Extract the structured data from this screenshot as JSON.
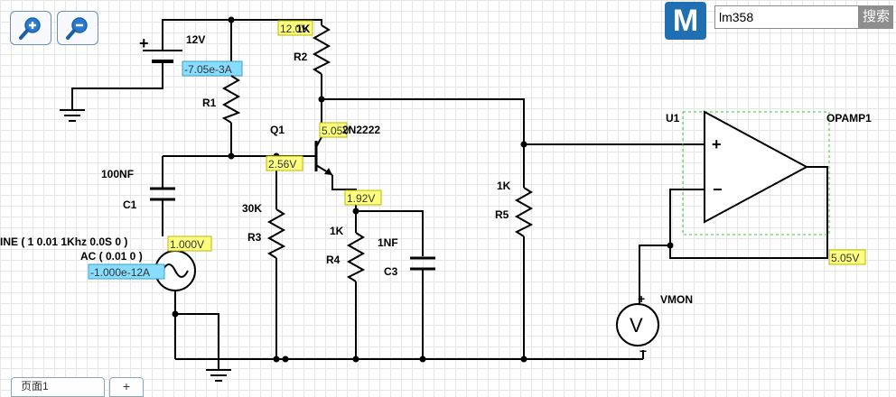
{
  "toolbar": {
    "zoom_in_icon": "zoom-in-icon",
    "zoom_out_icon": "zoom-out-icon"
  },
  "search": {
    "logo": "M",
    "value": "lm358",
    "button_label": "搜索"
  },
  "tabs": {
    "page_label": "页面1",
    "add_label": "+"
  },
  "circuit": {
    "battery": {
      "voltage": "12V",
      "current_probe": "-7.05e-3A",
      "plus": "+"
    },
    "r1": {
      "name": "R1"
    },
    "r2": {
      "name": "R2",
      "value": "1K",
      "probe": "12.0V"
    },
    "q1": {
      "name": "Q1",
      "model": "2N2222",
      "collector_probe": "5.05V",
      "base_probe": "2.56V",
      "emitter_probe": "1.92V"
    },
    "c1": {
      "value": "100NF",
      "name": "C1"
    },
    "r3": {
      "value": "30K",
      "name": "R3"
    },
    "r4": {
      "value": "1K",
      "name": "R4"
    },
    "c3": {
      "value": "1NF",
      "name": "C3"
    },
    "r5": {
      "value": "1K",
      "name": "R5"
    },
    "source": {
      "line1": "INE ( 1 0.01 1Khz 0.0S 0 )",
      "line2": "AC ( 0.01 0 )",
      "voltage_probe": "1.000V",
      "current_probe": "-1.000e-12A"
    },
    "opamp": {
      "designator": "U1",
      "name": "OPAMP1",
      "plus": "+",
      "minus": "−",
      "output_probe": "5.05V"
    },
    "vmon": {
      "name": "VMON",
      "symbol": "V",
      "plus": "+",
      "minus": "−"
    }
  }
}
